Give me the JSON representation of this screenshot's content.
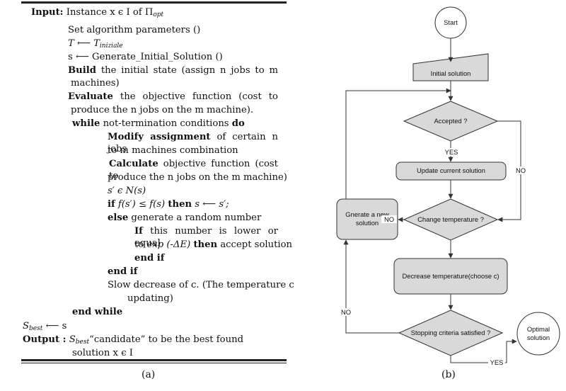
{
  "pseudocode": {
    "caption": "(a)",
    "input": {
      "kw": "Input:",
      "text": "Instance x ϵ I of Π",
      "sub": "opt"
    },
    "lines": {
      "set_params": "Set algorithm parameters ()",
      "t_init": {
        "lhs": "T ⟵ T",
        "sub": "iniziale"
      },
      "s_init": "s ⟵ Generate_Initial_Solution ()",
      "build": {
        "kw": "Build",
        "l1": "the initial state (assign n jobs to m",
        "l2": "machines)"
      },
      "evaluate": {
        "kw": "Evaluate",
        "l1": "the objective function (cost to",
        "l2": "produce the n jobs on the m machine)."
      },
      "while": {
        "kw": "while",
        "text": "not-termination conditions",
        "kw2": "do"
      },
      "modify": {
        "kw": "Modify assignment",
        "l1": "of certain n jobs",
        "l2": "to m machines combination"
      },
      "calculate": {
        "kw": "Calculate",
        "l1": "objective function (cost to",
        "l2": "produce the n jobs on the m machine)"
      },
      "neighbour": "s′ ϵ N(s)",
      "if": {
        "kw": "if",
        "cond": "f(s′) ≤ f(s)",
        "kw2": "then",
        "assign": "s ⟵ s′;"
      },
      "else": {
        "kw": "else",
        "text": "generate a random number"
      },
      "if2": {
        "kw": "If",
        "text": "this number is lower or equal"
      },
      "to_exp": {
        "pre": "to",
        "expr": "exp (-ΔE)",
        "kw": "then",
        "post": "accept solution"
      },
      "end_if_inner": "end if",
      "end_if": "end if",
      "slow": {
        "l1": "Slow decrease of c. (The temperature c",
        "l2": "updating)"
      },
      "end_while": "end while",
      "s_best": {
        "lhs": "S",
        "sub": "best",
        "rhs": "⟵ s"
      },
      "output": {
        "kw": "Output :",
        "s": "S",
        "sub": "best",
        "l1": "“candidate” to be the best found",
        "l2": "solution x ϵ I"
      }
    }
  },
  "flowchart": {
    "caption": "(b)",
    "nodes": {
      "start": "Start",
      "initial_solution": "Initial solution",
      "accepted": "Accepted ?",
      "update_solution": "Update current solution",
      "change_temperature": "Change temperature ?",
      "generate_new_l1": "Gnerate a new",
      "generate_new_l2": "solution",
      "decrease_temperature": "Decrease temperature(choose c)",
      "stopping_criteria": "Stopping criteria satisfied ?",
      "optimal_l1": "Optimal",
      "optimal_l2": "solution"
    },
    "edge_labels": {
      "yes_accepted": "YES",
      "no_accepted": "NO",
      "no_change": "NO",
      "no_stopping": "NO",
      "yes_stopping": "YES"
    },
    "colors": {
      "box_fill": "#d9d9d9",
      "stroke": "#333333",
      "circle_fill": "#ffffff"
    }
  }
}
